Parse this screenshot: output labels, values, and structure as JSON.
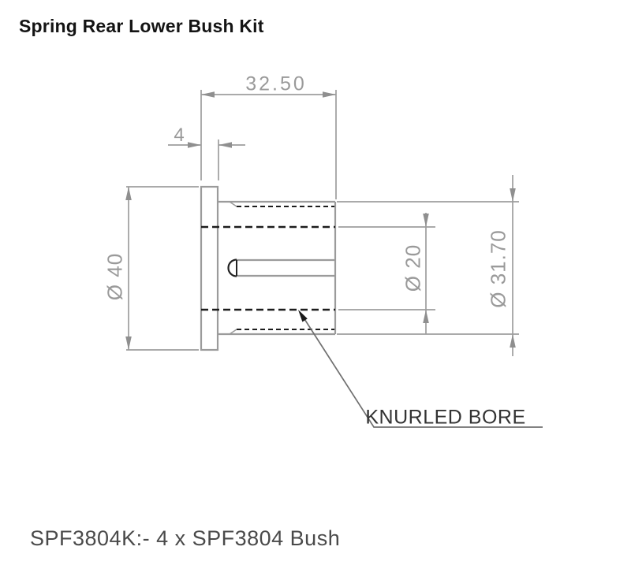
{
  "page": {
    "title": "Spring Rear Lower Bush Kit",
    "caption": "SPF3804K:- 4 x SPF3804 Bush"
  },
  "drawing": {
    "type": "engineering-section-view",
    "part": "flanged bush",
    "annotations": {
      "knurled_bore": "KNURLED BORE"
    },
    "dimensions": {
      "overall_length": "32.50",
      "flange_thickness": "4",
      "flange_diameter": "Ø 40",
      "bore_diameter": "Ø 20",
      "body_diameter": "Ø 31.70"
    },
    "colors": {
      "outline_gray": "#9b9b9b",
      "dimension_gray": "#9e9e9e",
      "dimension_text_gray": "#9a9a9a",
      "hidden_line_dark": "#1d1d1d",
      "leader_gray": "#707070",
      "leader_arrow_black": "#1a1a1a",
      "annotation_text": "#333333",
      "title_black": "#141414",
      "caption_gray": "#4a4a4a",
      "background": "#ffffff"
    }
  }
}
